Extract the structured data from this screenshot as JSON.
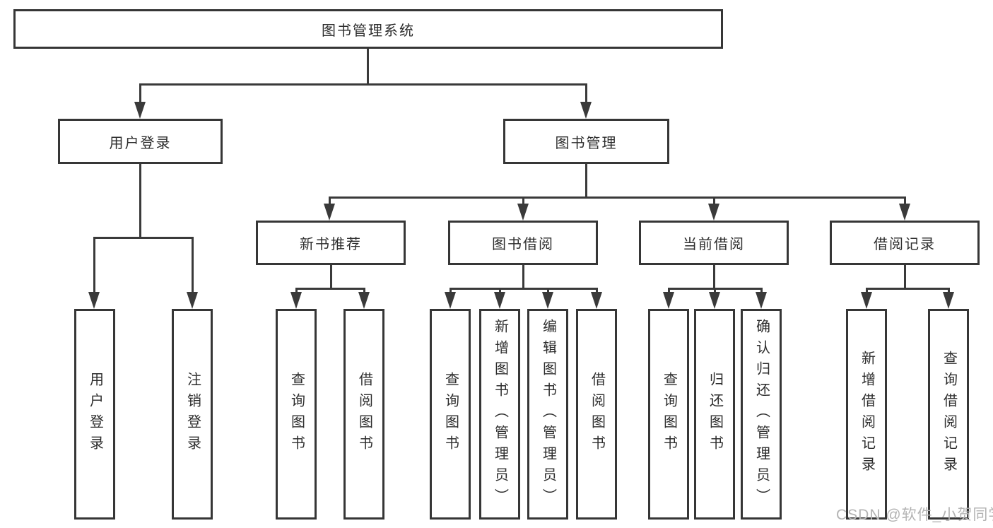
{
  "diagram": {
    "root": {
      "label": "图书管理系统"
    },
    "level2": {
      "user_login": {
        "label": "用户登录"
      },
      "book_mgmt": {
        "label": "图书管理"
      }
    },
    "level3": {
      "new_books": {
        "label": "新书推荐"
      },
      "book_borrow": {
        "label": "图书借阅"
      },
      "current_borrow": {
        "label": "当前借阅"
      },
      "borrow_records": {
        "label": "借阅记录"
      }
    },
    "leaves": {
      "user_login": [
        "用户登录",
        "注销登录"
      ],
      "new_books": [
        "查询图书",
        "借阅图书"
      ],
      "book_borrow": [
        "查询图书",
        "新增图书（管理员）",
        "编辑图书（管理员）",
        "借阅图书"
      ],
      "current_borrow": [
        "查询图书",
        "归还图书",
        "确认归还（管理员）"
      ],
      "borrow_records": [
        "新增借阅记录",
        "查询借阅记录"
      ]
    },
    "watermark": "CSDN @软件_小贺同学",
    "colors": {
      "background": "#ffffff",
      "border": "#363636",
      "line": "#3a3a3a",
      "text": "#2d2d2d",
      "watermark": "#b3b3b3"
    }
  }
}
